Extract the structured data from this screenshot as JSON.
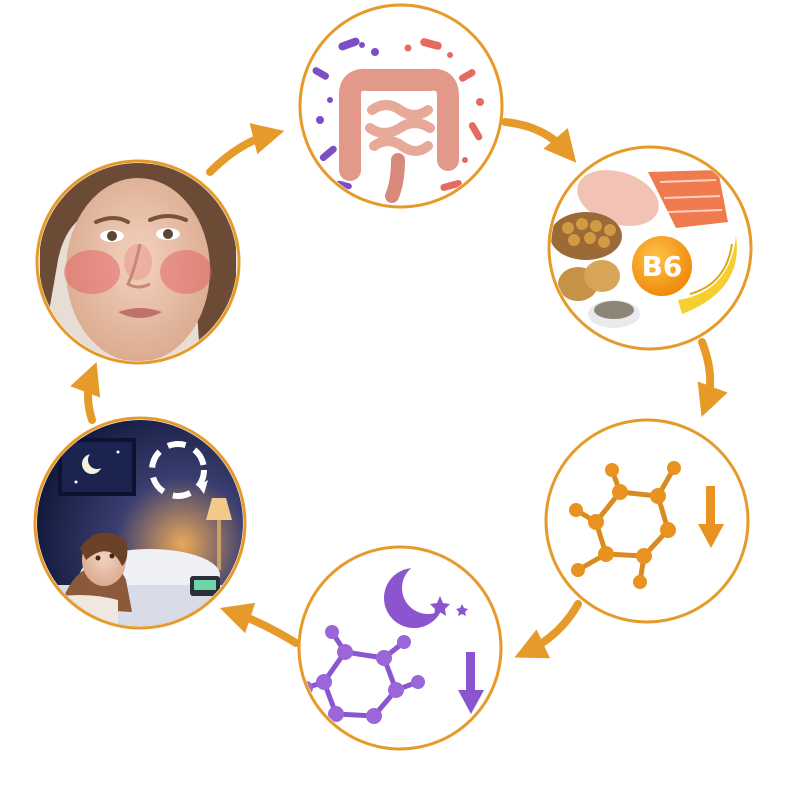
{
  "diagram": {
    "type": "cycle",
    "accent_color": "#e69a2a",
    "nodes": [
      {
        "id": "gut",
        "icon": "intestine-with-bacteria-icon"
      },
      {
        "id": "nutrients",
        "icon": "b6-food-sources-icon",
        "badge_label": "B6"
      },
      {
        "id": "serotonin-low",
        "icon": "molecule-down-arrow-icon"
      },
      {
        "id": "melatonin-low",
        "icon": "molecule-moon-down-arrow-icon"
      },
      {
        "id": "sleep-disruption",
        "icon": "awake-in-bed-night-icon"
      },
      {
        "id": "skin-redness",
        "icon": "face-rosacea-icon"
      }
    ],
    "edges": [
      {
        "from": "gut",
        "to": "nutrients"
      },
      {
        "from": "nutrients",
        "to": "serotonin-low"
      },
      {
        "from": "serotonin-low",
        "to": "melatonin-low"
      },
      {
        "from": "melatonin-low",
        "to": "sleep-disruption"
      },
      {
        "from": "sleep-disruption",
        "to": "skin-redness"
      },
      {
        "from": "skin-redness",
        "to": "gut"
      }
    ]
  }
}
